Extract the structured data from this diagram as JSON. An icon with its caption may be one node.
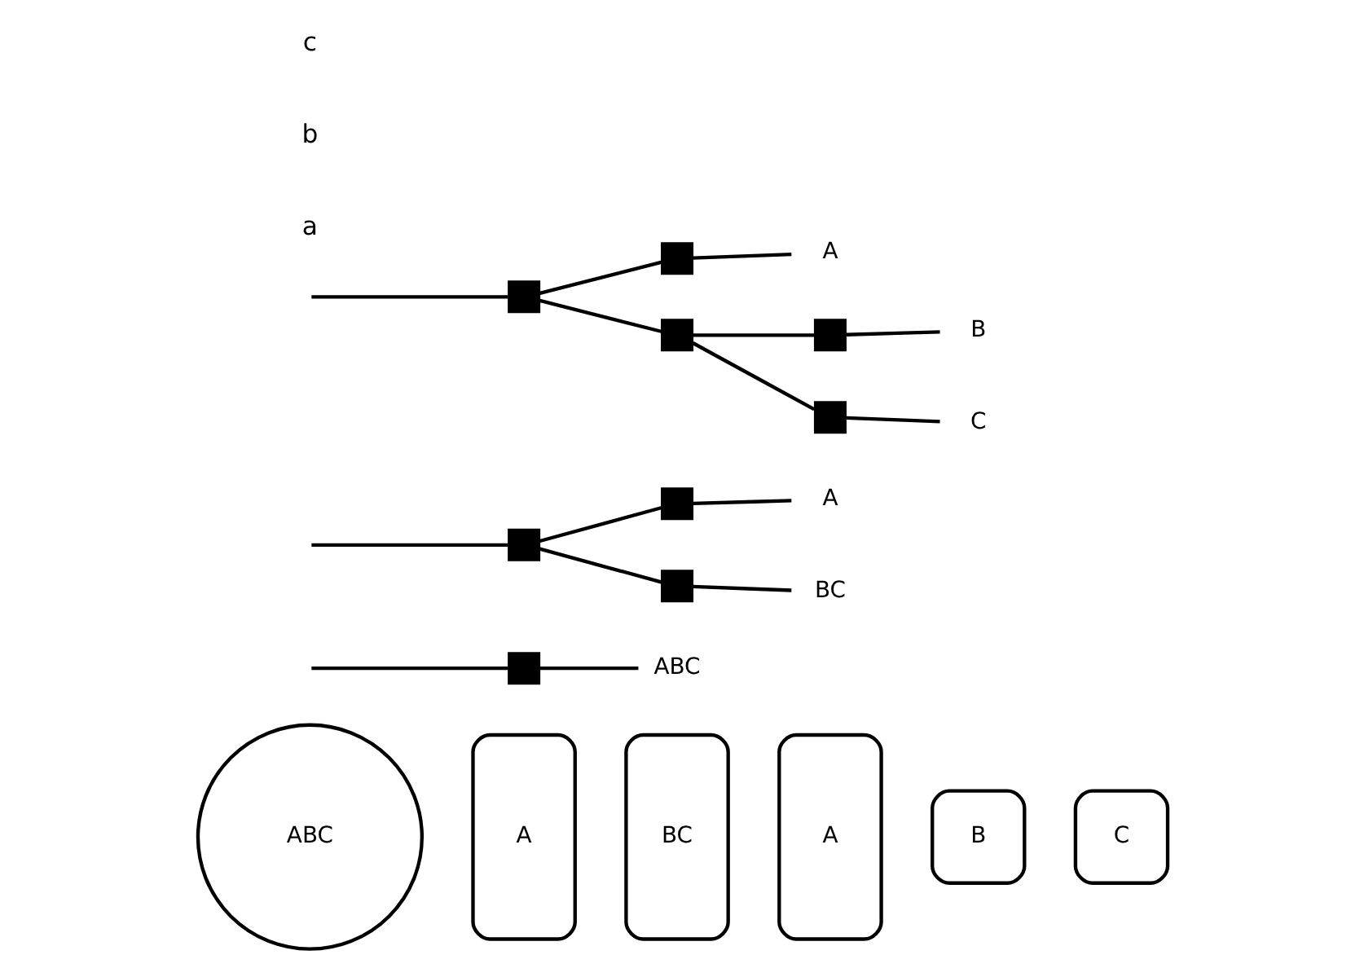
{
  "diagram": {
    "nodes": [
      {
        "text": [
          "ABC"
        ]
      },
      {
        "text": [
          "A"
        ]
      },
      {
        "text": [
          "BC"
        ]
      },
      {
        "text": [
          "A"
        ]
      },
      {
        "text": [
          "B"
        ]
      },
      {
        "text": [
          "C"
        ]
      },
      {
        "text": [],
        "shape": "box"
      },
      {
        "text": [
          "ABC"
        ]
      },
      {
        "text": [],
        "shape": "box"
      },
      {
        "text": [],
        "shape": "box"
      },
      {
        "text": [
          "A"
        ]
      },
      {
        "text": [],
        "shape": "box"
      },
      {
        "text": [
          "BC"
        ]
      },
      {
        "text": [],
        "shape": "box"
      },
      {
        "text": [],
        "shape": "box"
      },
      {
        "text": [
          "A"
        ]
      },
      {
        "text": [],
        "shape": "box"
      },
      {
        "text": [],
        "shape": "box"
      },
      {
        "text": [
          "B"
        ]
      },
      {
        "text": [],
        "shape": "box"
      },
      {
        "text": [
          "C"
        ]
      }
    ],
    "edges": [
      {
        "from": null,
        "to": 6,
        "arrow": "none"
      },
      {
        "from": 6,
        "to": 7,
        "arrow": "none"
      },
      {
        "from": null,
        "to": 8,
        "arrow": "none"
      },
      {
        "from": 8,
        "to": 9,
        "arrow": "none"
      },
      {
        "from": 9,
        "to": 10,
        "arrow": "none"
      },
      {
        "from": 8,
        "to": 11,
        "arrow": "none"
      },
      {
        "from": 11,
        "to": 12,
        "arrow": "none"
      },
      {
        "from": null,
        "to": 13,
        "arrow": "none"
      },
      {
        "from": 13,
        "to": 14,
        "arrow": "none"
      },
      {
        "from": 14,
        "to": 15,
        "arrow": "none"
      },
      {
        "from": 13,
        "to": 16,
        "arrow": "none"
      },
      {
        "from": 16,
        "to": 17,
        "arrow": "none"
      },
      {
        "from": 17,
        "to": 18,
        "arrow": "none"
      },
      {
        "from": 16,
        "to": 19,
        "arrow": "none"
      },
      {
        "from": 19,
        "to": 20,
        "arrow": "none"
      }
    ],
    "labels": [
      "a",
      "b",
      "c"
    ]
  }
}
